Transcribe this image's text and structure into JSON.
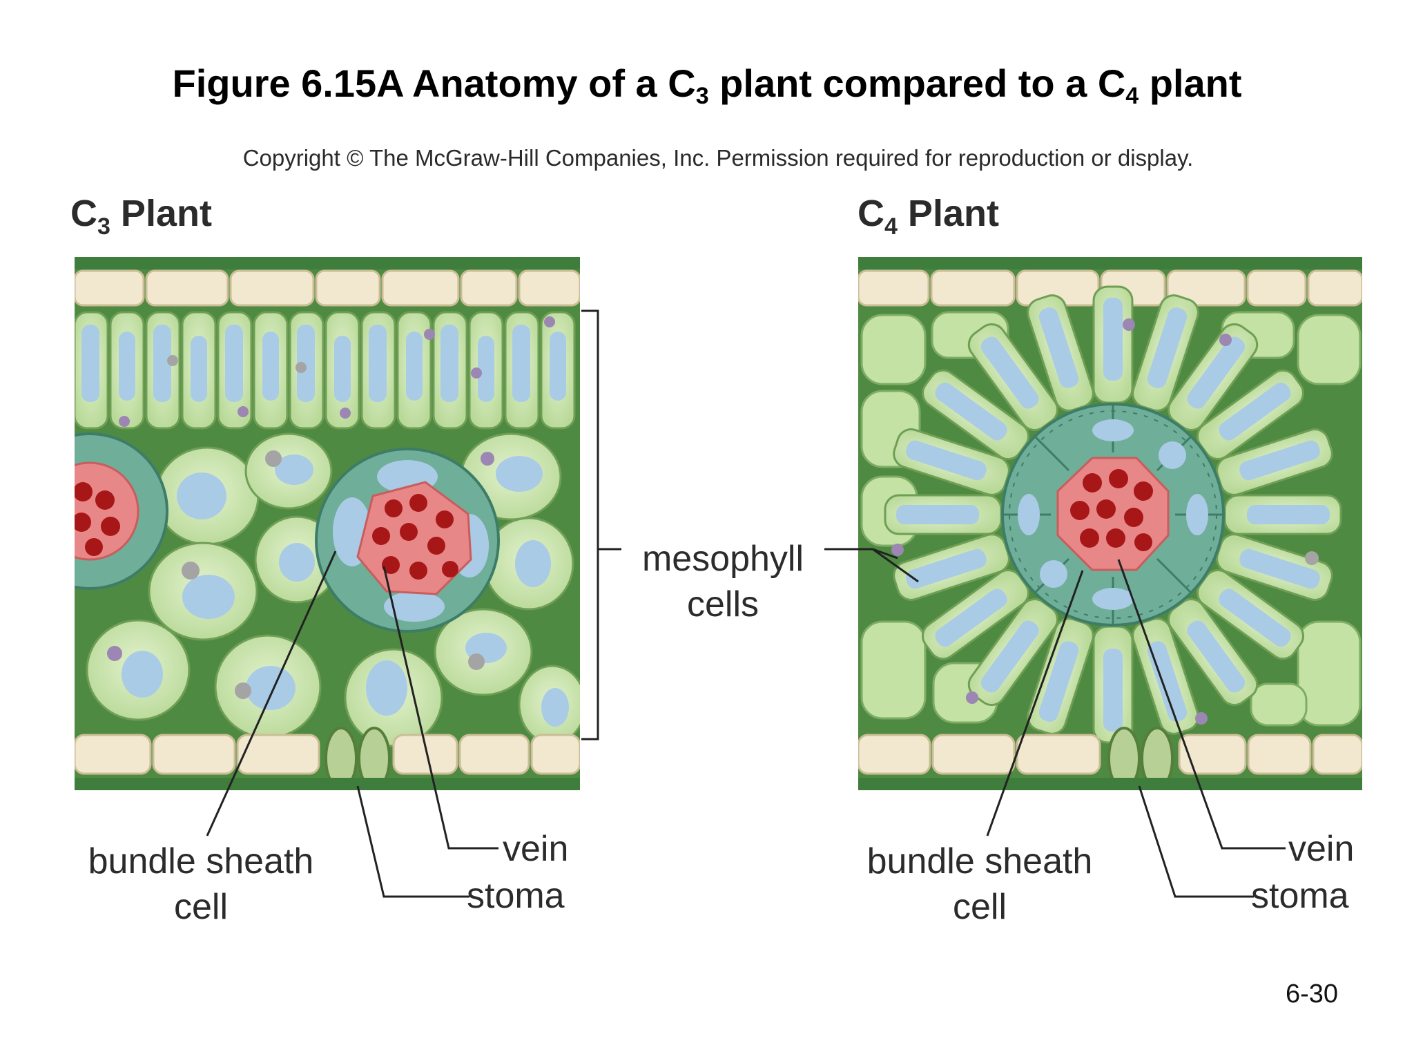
{
  "title": {
    "main": "Figure 6.15A Anatomy of a C",
    "sub1": "3",
    "mid": " plant compared to a C",
    "sub2": "4",
    "end": " plant"
  },
  "copyright": "Copyright © The McGraw-Hill Companies, Inc. Permission required for reproduction or display.",
  "c3": {
    "heading_main": "C",
    "heading_sub": "3",
    "heading_rest": " Plant",
    "bundle_sheath_line1": "bundle sheath",
    "bundle_sheath_line2": "cell",
    "vein": "vein",
    "stoma": "stoma"
  },
  "c4": {
    "heading_main": "C",
    "heading_sub": "4",
    "heading_rest": " Plant",
    "bundle_sheath_line1": "bundle sheath",
    "bundle_sheath_line2": "cell",
    "vein": "vein",
    "stoma": "stoma"
  },
  "mesophyll": {
    "line1": "mesophyll",
    "line2": "cells"
  },
  "page_number": "6-30",
  "colors": {
    "epidermis": "#f1e8cf",
    "cuticle": "#3f7d3c",
    "mesophyll": "#cfe6b2",
    "mesophyll_edge": "#6f9e55",
    "chloroplast": "#3e7a30",
    "vacuole": "#a9cbe6",
    "bundle_sheath": "#6fae98",
    "vein": "#e88787",
    "xylem": "#a81717"
  }
}
